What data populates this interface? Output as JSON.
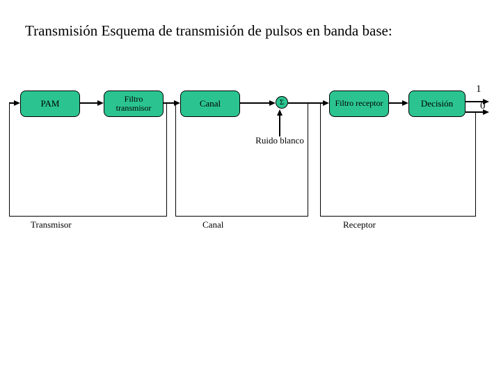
{
  "colors": {
    "background": "#ffffff",
    "box_fill": "#2bc490",
    "box_border": "#000000",
    "line": "#000000",
    "text": "#000000"
  },
  "title": "Transmisión Esquema de transmisión de pulsos en banda base:",
  "diagram": {
    "blocks": [
      {
        "label": "PAM"
      },
      {
        "label": "Filtro transmisor"
      },
      {
        "label": "Canal"
      },
      {
        "label": "Σ"
      },
      {
        "label": "Filtro receptor"
      },
      {
        "label": "Decisión"
      }
    ],
    "noise_label": "Ruido blanco",
    "outputs": [
      {
        "label": "1"
      },
      {
        "label": "0"
      }
    ],
    "groups": [
      {
        "label": "Transmisor"
      },
      {
        "label": "Canal"
      },
      {
        "label": "Receptor"
      }
    ]
  }
}
